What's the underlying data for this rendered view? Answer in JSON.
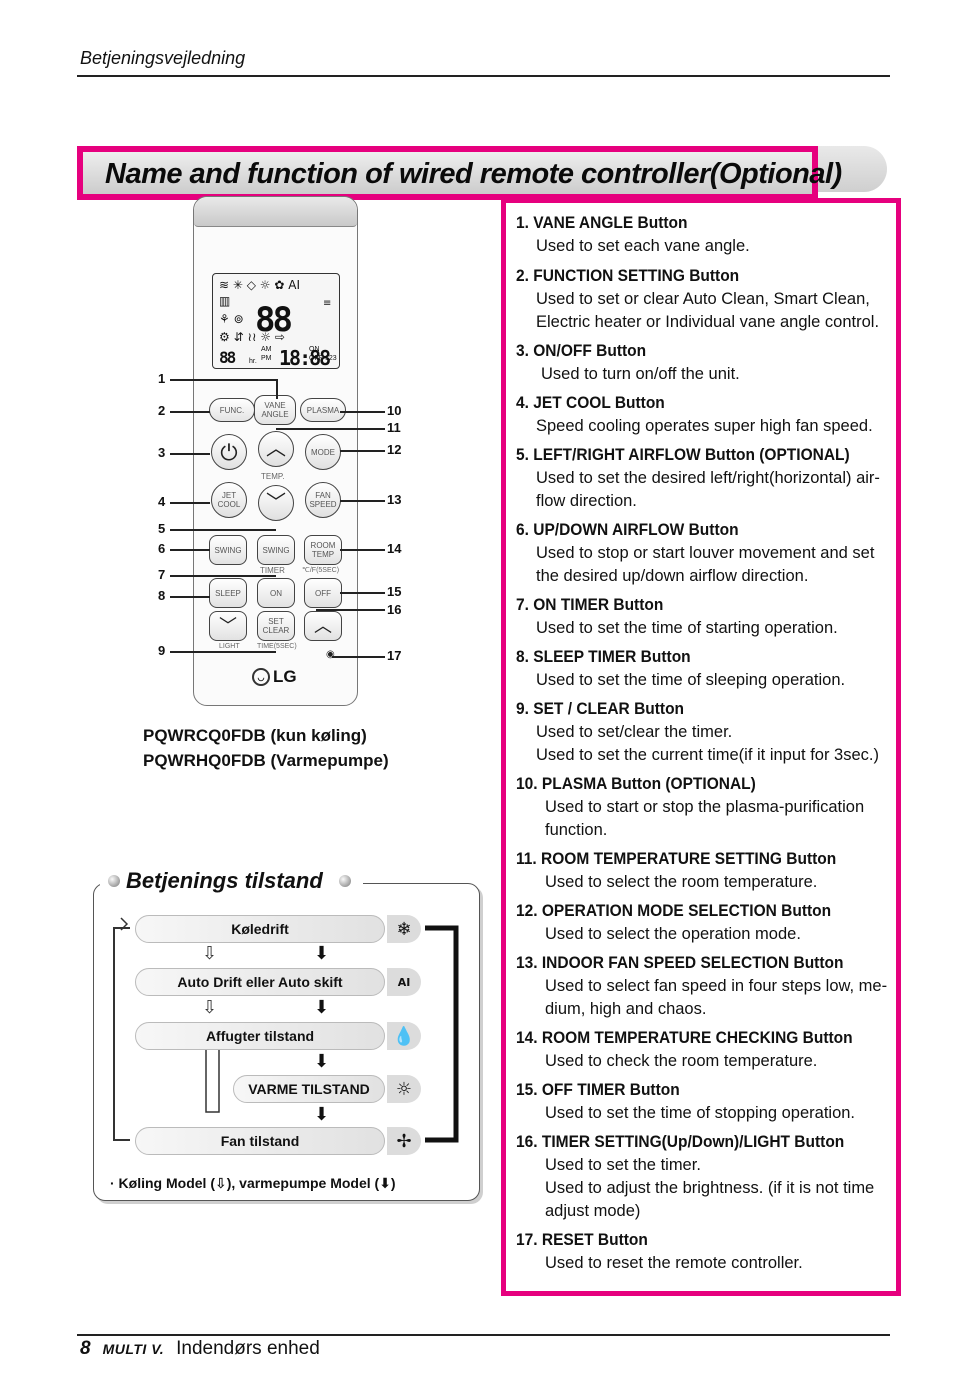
{
  "header": {
    "label": "Betjeningsvejledning"
  },
  "title": "Name and function of wired remote controller(Optional)",
  "remote": {
    "lcd": {
      "big_digits": "88",
      "time_digits": "18:88",
      "day_digits": "88",
      "am": "AM",
      "pm": "PM",
      "hr": "hr.",
      "on": "ON",
      "off": "OFF",
      "days": "123",
      "ai": "AI"
    },
    "buttons": {
      "func": "FUNC.",
      "vane_angle": "VANE ANGLE",
      "plasma": "PLASMA",
      "mode": "MODE",
      "jet_cool": "JET COOL",
      "fan_speed": "FAN SPEED",
      "swing_lr": "SWING",
      "swing_ud": "SWING",
      "room_temp": "ROOM TEMP",
      "sleep": "SLEEP",
      "on": "ON",
      "off": "OFF",
      "set_clear": "SET CLEAR"
    },
    "captions": {
      "temp": "TEMP.",
      "timer": "TIMER",
      "unit_sec": "℃/F(5SEC)",
      "light": "LIGHT",
      "time_sec": "TIME(5SEC)"
    },
    "logo": "LG",
    "callouts_left": [
      "1",
      "2",
      "3",
      "4",
      "5",
      "6",
      "7",
      "8",
      "9"
    ],
    "callouts_right": [
      "10",
      "11",
      "12",
      "13",
      "14",
      "15",
      "16",
      "17"
    ]
  },
  "models": [
    {
      "code": "PQWRCQ0FDB",
      "note": "(kun køling)"
    },
    {
      "code": "PQWRHQ0FDB",
      "note": "(Varmepumpe)"
    }
  ],
  "operation": {
    "title": "Betjenings tilstand",
    "modes": [
      "Køledrift",
      "Auto Drift eller Auto skift",
      "Affugter tilstand",
      "VARME TILSTAND",
      "Fan tilstand"
    ],
    "icons": [
      "snowflake-icon",
      "ai-icon",
      "droplet-icon",
      "sun-icon",
      "fan-icon"
    ],
    "note_prefix": "· Køling Model (",
    "note_middle": "), varmepumpe Model (",
    "note_suffix": ")"
  },
  "functions": [
    {
      "title": "1. VANE ANGLE Button",
      "desc": [
        "Used to set each vane angle."
      ]
    },
    {
      "title": "2. FUNCTION SETTING Button",
      "desc": [
        "Used to set or clear Auto Clean, Smart Clean,",
        "Electric heater or Individual vane angle control."
      ]
    },
    {
      "title": "3.  ON/OFF Button",
      "desc": [
        "Used to turn on/off the unit."
      ]
    },
    {
      "title": "4. JET COOL Button",
      "desc": [
        "Speed cooling operates super high fan speed."
      ]
    },
    {
      "title": "5. LEFT/RIGHT AIRFLOW Button (OPTIONAL)",
      "desc": [
        "Used to set the desired left/right(horizontal) air-",
        "flow direction."
      ]
    },
    {
      "title": "6. UP/DOWN AIRFLOW Button",
      "desc": [
        "Used to stop or start louver movement and set",
        "the desired up/down airflow direction."
      ]
    },
    {
      "title": "7. ON TIMER Button",
      "desc": [
        "Used to set the time of starting operation."
      ]
    },
    {
      "title": "8. SLEEP TIMER Button",
      "desc": [
        "Used to set the time of sleeping operation."
      ]
    },
    {
      "title": "9. SET / CLEAR Button",
      "desc": [
        "Used to set/clear the timer.",
        "Used to set the current time(if it input for 3sec.)"
      ]
    },
    {
      "title": "10. PLASMA Button (OPTIONAL)",
      "desc": [
        "Used to start or stop the plasma-purification",
        "function."
      ]
    },
    {
      "title": "11. ROOM TEMPERATURE SETTING Button",
      "desc": [
        "Used to select the room temperature."
      ]
    },
    {
      "title": "12. OPERATION MODE SELECTION Button",
      "desc": [
        "Used to select the operation mode."
      ]
    },
    {
      "title": "13. INDOOR FAN SPEED SELECTION Button",
      "desc": [
        "Used to select fan speed in four steps low, me-",
        "dium, high and chaos."
      ]
    },
    {
      "title": "14. ROOM TEMPERATURE CHECKING Button",
      "desc": [
        "Used to check the room temperature."
      ]
    },
    {
      "title": "15. OFF TIMER Button",
      "desc": [
        "Used to set the time of stopping operation."
      ]
    },
    {
      "title": "16. TIMER SETTING(Up/Down)/LIGHT Button",
      "desc": [
        "Used to set the timer.",
        "Used to adjust the brightness. (if it is not time",
        "adjust mode)"
      ]
    },
    {
      "title": "17. RESET Button",
      "desc": [
        "Used to reset the remote controller."
      ]
    }
  ],
  "footer": {
    "page": "8",
    "brand": "MULTI V.",
    "section": "Indendørs enhed"
  },
  "colors": {
    "accent": "#e6007e"
  }
}
